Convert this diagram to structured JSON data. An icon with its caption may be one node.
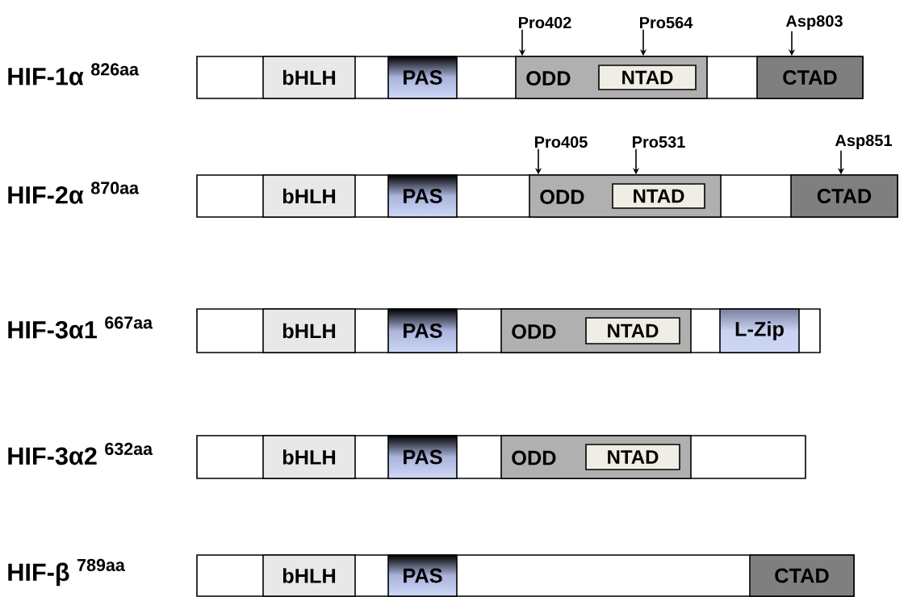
{
  "diagram": {
    "nodes": [
      {
        "text": [
          "Pro402"
        ]
      },
      {
        "text": [
          "Pro564"
        ]
      },
      {
        "text": [
          "Asp803"
        ]
      },
      {
        "text": [
          "HIF-1α $^{826aa}$"
        ]
      },
      {
        "text": [
          "bHLH"
        ],
        "in": 3
      },
      {
        "text": [
          "PAS"
        ],
        "in": 3
      },
      {
        "text": [
          "ODD"
        ],
        "in": 3
      },
      {
        "text": [
          "NTAD"
        ],
        "in": 6
      },
      {
        "text": [
          "CTAD"
        ],
        "in": 3
      },
      {
        "text": [
          "Pro405"
        ]
      },
      {
        "text": [
          "Pro531"
        ]
      },
      {
        "text": [
          "Asp851"
        ]
      },
      {
        "text": [
          "HIF-2α $^{870aa}$"
        ]
      },
      {
        "text": [
          "bHLH"
        ],
        "in": 12
      },
      {
        "text": [
          "PAS"
        ],
        "in": 12
      },
      {
        "text": [
          "ODD"
        ],
        "in": 12
      },
      {
        "text": [
          "NTAD"
        ],
        "in": 15
      },
      {
        "text": [
          "CTAD"
        ],
        "in": 12
      },
      {
        "text": [
          "HIF-3α1 $^{667aa}$"
        ]
      },
      {
        "text": [
          "bHLH"
        ],
        "in": 18
      },
      {
        "text": [
          "PAS"
        ],
        "in": 18
      },
      {
        "text": [
          "ODD"
        ],
        "in": 18
      },
      {
        "text": [
          "NTAD"
        ],
        "in": 21
      },
      {
        "text": [
          "L-Zip"
        ],
        "in": 18
      },
      {
        "text": [
          "HIF-3α2 $^{632aa}$"
        ]
      },
      {
        "text": [
          "bHLH"
        ],
        "in": 24
      },
      {
        "text": [
          "PAS"
        ],
        "in": 24
      },
      {
        "text": [
          "ODD"
        ],
        "in": 24
      },
      {
        "text": [
          "NTAD"
        ],
        "in": 27
      },
      {
        "text": [
          "HIF-β $^{789aa}$"
        ]
      },
      {
        "text": [
          "bHLH"
        ],
        "in": 29
      },
      {
        "text": [
          "PAS"
        ],
        "in": 29
      },
      {
        "text": [
          "CTAD"
        ],
        "in": 29
      }
    ],
    "edges": [
      {
        "from": 0,
        "to": 6,
        "arrow": "to"
      },
      {
        "from": 1,
        "to": 6,
        "arrow": "to"
      },
      {
        "from": 2,
        "to": 8,
        "arrow": "to"
      },
      {
        "from": 9,
        "to": 15,
        "arrow": "to"
      },
      {
        "from": 10,
        "to": 15,
        "arrow": "to"
      },
      {
        "from": 11,
        "to": 17,
        "arrow": "to"
      }
    ]
  }
}
